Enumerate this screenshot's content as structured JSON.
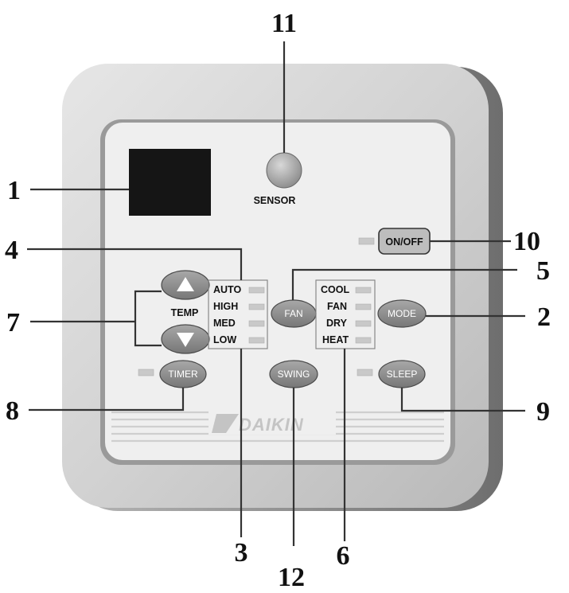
{
  "callouts": {
    "n1": "1",
    "n2": "2",
    "n3": "3",
    "n4": "4",
    "n5": "5",
    "n6": "6",
    "n7": "7",
    "n8": "8",
    "n9": "9",
    "n10": "10",
    "n11": "11",
    "n12": "12"
  },
  "panel": {
    "sensor_label": "SENSOR",
    "on_off_label": "ON/OFF",
    "temp_label": "TEMP",
    "fan_speeds": [
      "AUTO",
      "HIGH",
      "MED",
      "LOW"
    ],
    "modes": [
      "COOL",
      "FAN",
      "DRY",
      "HEAT"
    ],
    "buttons": {
      "fan": "FAN",
      "mode": "MODE",
      "timer": "TIMER",
      "swing": "SWING",
      "sleep": "SLEEP"
    },
    "brand": "DAIKIN"
  },
  "colors": {
    "body": "#d4d4d4",
    "face": "#eeeeee",
    "button": "#8c8c8c",
    "display": "#151515"
  }
}
